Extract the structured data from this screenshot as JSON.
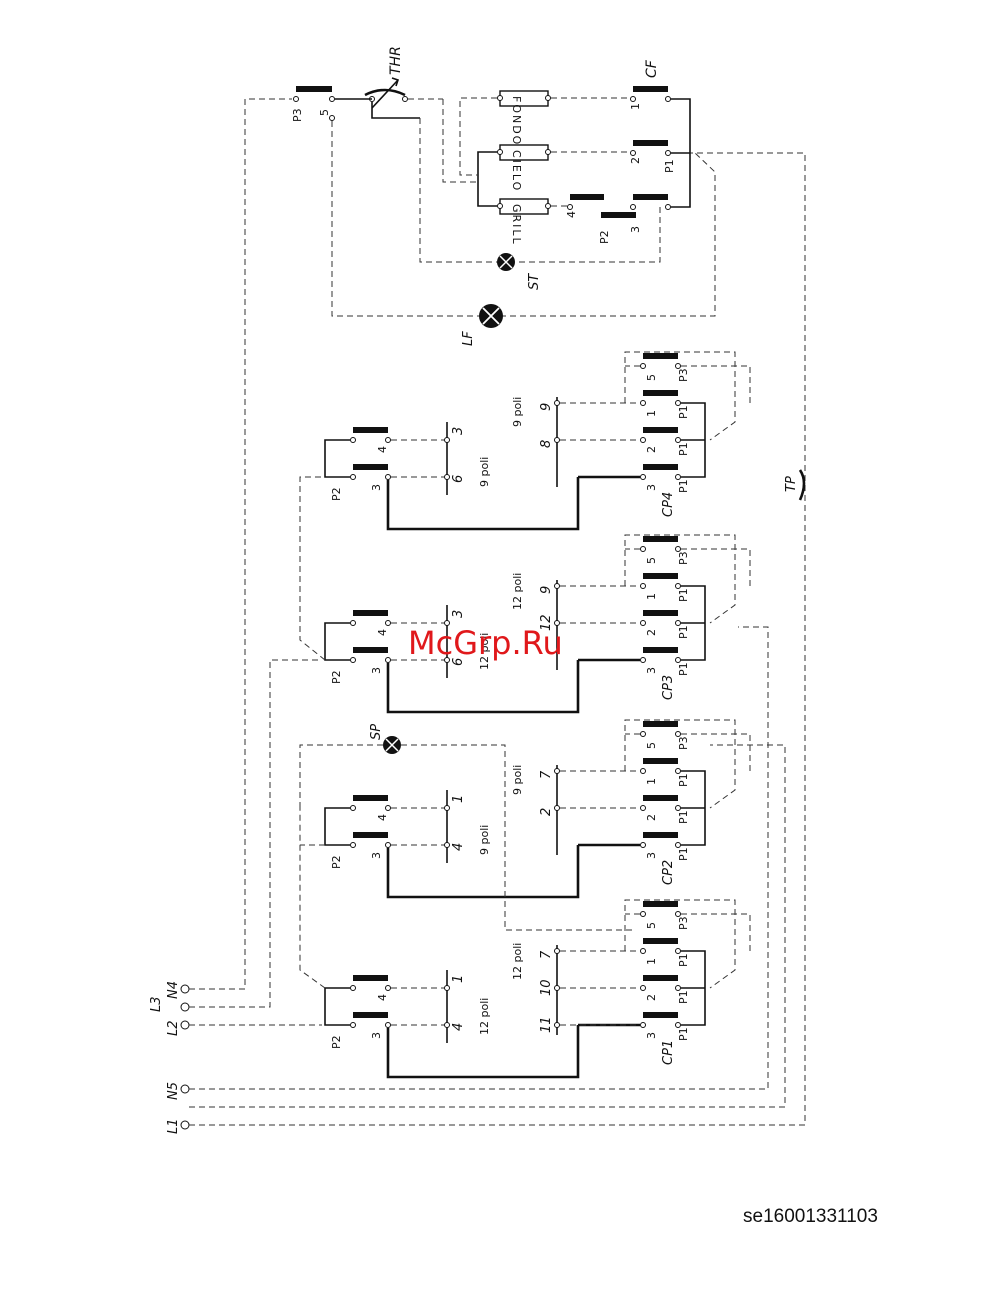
{
  "supply": {
    "terminals": [
      "N4",
      "L3",
      "L2",
      "N5",
      "L1"
    ]
  },
  "oven_switch": {
    "title": "CF",
    "positions": [
      "1",
      "2",
      "P1",
      "3",
      "P2",
      "4",
      "P3",
      "5"
    ],
    "elements": [
      "FONDO",
      "CIELO",
      "GRILL"
    ],
    "thermostat": "THR",
    "lamps": [
      "ST",
      "LF"
    ]
  },
  "hob_switches": [
    {
      "name": "CP1",
      "connector_a": "12 poli",
      "connector_b": "12 poli",
      "pins_a": [
        "1",
        "4"
      ],
      "pins_b": [
        "7",
        "10",
        "11"
      ]
    },
    {
      "name": "CP2",
      "connector_a": "9 poli",
      "connector_b": "9 poli",
      "pins_a": [
        "1",
        "4"
      ],
      "pins_b": [
        "7",
        "2"
      ]
    },
    {
      "name": "CP3",
      "connector_a": "12 poli",
      "connector_b": "12 poli",
      "pins_a": [
        "3",
        "6"
      ],
      "pins_b": [
        "9",
        "12"
      ]
    },
    {
      "name": "CP4",
      "connector_a": "9 poli",
      "connector_b": "9 poli",
      "pins_a": [
        "3",
        "6"
      ],
      "pins_b": [
        "9",
        "8"
      ]
    }
  ],
  "contact_labels": [
    "1",
    "2",
    "3",
    "4",
    "5",
    "P1",
    "P2",
    "P3"
  ],
  "indicators": [
    "SP",
    "TP"
  ],
  "watermark": "McGrp.Ru",
  "diagram_code": "se16001331103"
}
